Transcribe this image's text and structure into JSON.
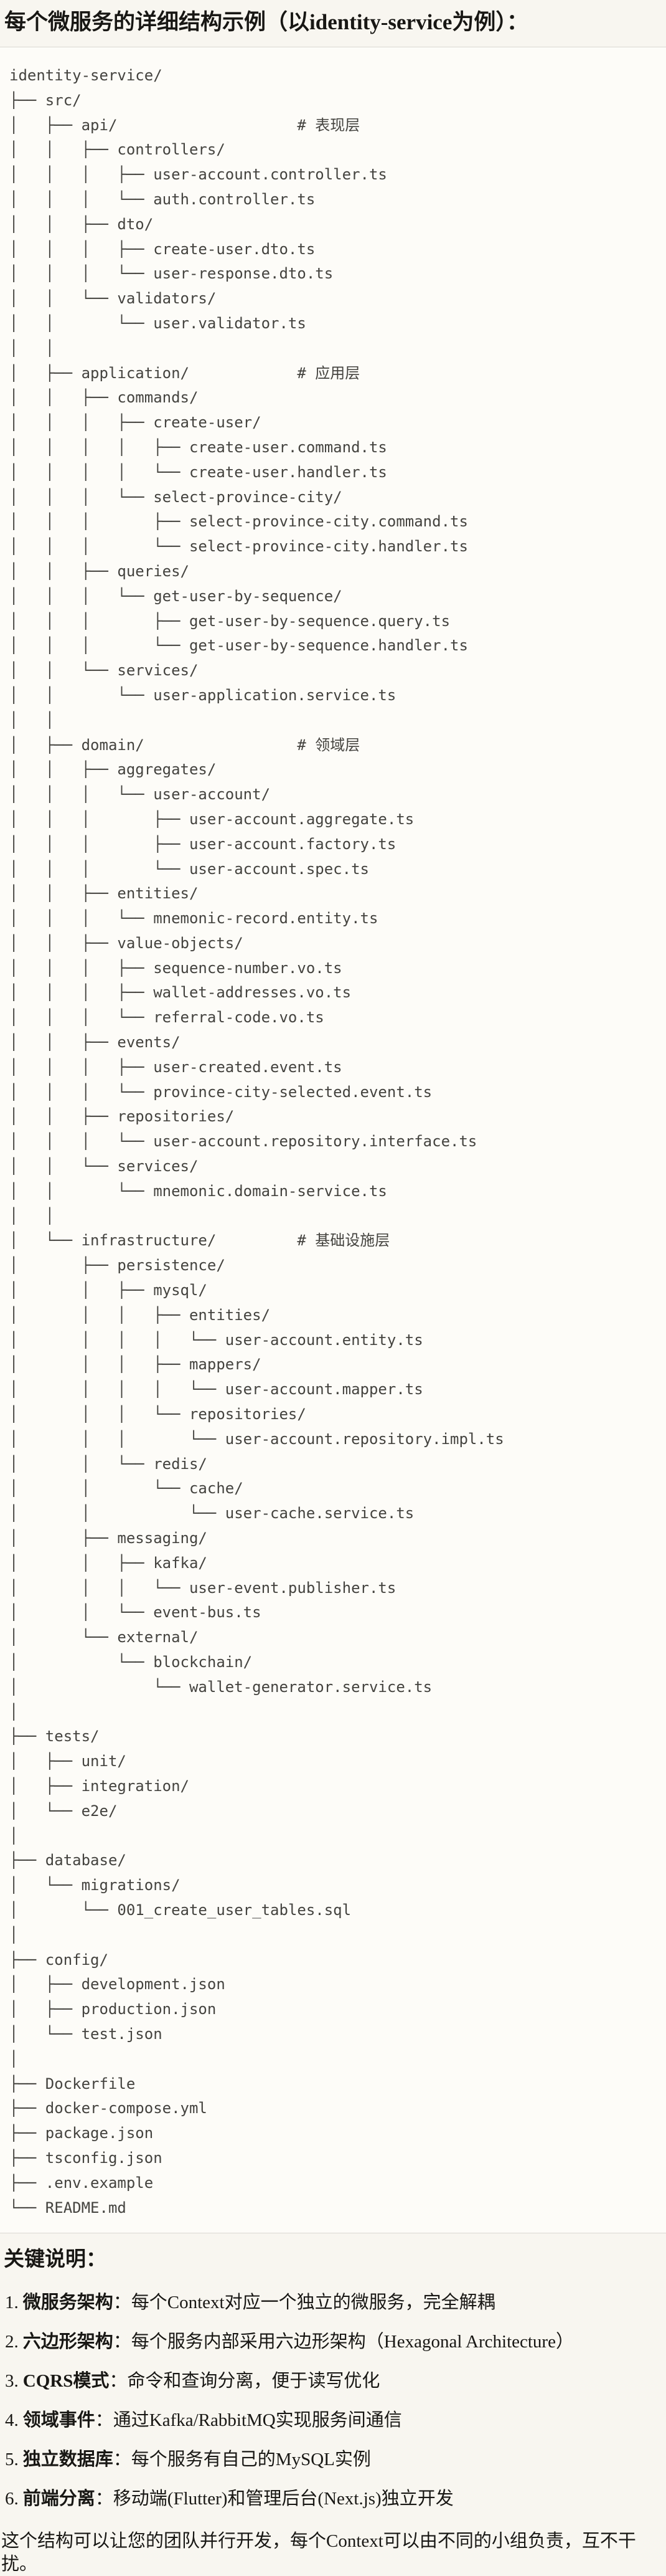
{
  "page": {
    "title": "每个微服务的详细结构示例（以identity-service为例）："
  },
  "theme": {
    "page_background": "#F8F6F0",
    "code_background": "#FDFCF8",
    "code_border": "#DAD8D3",
    "code_text": "#44433F",
    "body_text": "#181714"
  },
  "tree": {
    "root": "identity-service/",
    "layer_comments": [
      "# 表现层",
      "# 应用层",
      "# 领域层",
      "# 基础设施层"
    ],
    "lines": [
      "identity-service/",
      "├── src/",
      "│   ├── api/                    # 表现层",
      "│   │   ├── controllers/",
      "│   │   │   ├── user-account.controller.ts",
      "│   │   │   └── auth.controller.ts",
      "│   │   ├── dto/",
      "│   │   │   ├── create-user.dto.ts",
      "│   │   │   └── user-response.dto.ts",
      "│   │   └── validators/",
      "│   │       └── user.validator.ts",
      "│   │",
      "│   ├── application/            # 应用层",
      "│   │   ├── commands/",
      "│   │   │   ├── create-user/",
      "│   │   │   │   ├── create-user.command.ts",
      "│   │   │   │   └── create-user.handler.ts",
      "│   │   │   └── select-province-city/",
      "│   │   │       ├── select-province-city.command.ts",
      "│   │   │       └── select-province-city.handler.ts",
      "│   │   ├── queries/",
      "│   │   │   └── get-user-by-sequence/",
      "│   │   │       ├── get-user-by-sequence.query.ts",
      "│   │   │       └── get-user-by-sequence.handler.ts",
      "│   │   └── services/",
      "│   │       └── user-application.service.ts",
      "│   │",
      "│   ├── domain/                 # 领域层",
      "│   │   ├── aggregates/",
      "│   │   │   └── user-account/",
      "│   │   │       ├── user-account.aggregate.ts",
      "│   │   │       ├── user-account.factory.ts",
      "│   │   │       └── user-account.spec.ts",
      "│   │   ├── entities/",
      "│   │   │   └── mnemonic-record.entity.ts",
      "│   │   ├── value-objects/",
      "│   │   │   ├── sequence-number.vo.ts",
      "│   │   │   ├── wallet-addresses.vo.ts",
      "│   │   │   └── referral-code.vo.ts",
      "│   │   ├── events/",
      "│   │   │   ├── user-created.event.ts",
      "│   │   │   └── province-city-selected.event.ts",
      "│   │   ├── repositories/",
      "│   │   │   └── user-account.repository.interface.ts",
      "│   │   └── services/",
      "│   │       └── mnemonic.domain-service.ts",
      "│   │",
      "│   └── infrastructure/         # 基础设施层",
      "│       ├── persistence/",
      "│       │   ├── mysql/",
      "│       │   │   ├── entities/",
      "│       │   │   │   └── user-account.entity.ts",
      "│       │   │   ├── mappers/",
      "│       │   │   │   └── user-account.mapper.ts",
      "│       │   │   └── repositories/",
      "│       │   │       └── user-account.repository.impl.ts",
      "│       │   └── redis/",
      "│       │       └── cache/",
      "│       │           └── user-cache.service.ts",
      "│       ├── messaging/",
      "│       │   ├── kafka/",
      "│       │   │   └── user-event.publisher.ts",
      "│       │   └── event-bus.ts",
      "│       └── external/",
      "│           └── blockchain/",
      "│               └── wallet-generator.service.ts",
      "│",
      "├── tests/",
      "│   ├── unit/",
      "│   ├── integration/",
      "│   └── e2e/",
      "│",
      "├── database/",
      "│   └── migrations/",
      "│       └── 001_create_user_tables.sql",
      "│",
      "├── config/",
      "│   ├── development.json",
      "│   ├── production.json",
      "│   └── test.json",
      "│",
      "├── Dockerfile",
      "├── docker-compose.yml",
      "├── package.json",
      "├── tsconfig.json",
      "├── .env.example",
      "└── README.md"
    ]
  },
  "notes": {
    "heading": "关键说明：",
    "items": [
      {
        "number": "1.",
        "term": "微服务架构",
        "colon": "：",
        "text": "每个Context对应一个独立的微服务，完全解耦"
      },
      {
        "number": "2.",
        "term": "六边形架构",
        "colon": "：",
        "text": "每个服务内部采用六边形架构（Hexagonal Architecture）"
      },
      {
        "number": "3.",
        "term": "CQRS模式",
        "colon": "：",
        "text": "命令和查询分离，便于读写优化"
      },
      {
        "number": "4.",
        "term": "领域事件",
        "colon": "：",
        "text": "通过Kafka/RabbitMQ实现服务间通信"
      },
      {
        "number": "5.",
        "term": "独立数据库",
        "colon": "：",
        "text": "每个服务有自己的MySQL实例"
      },
      {
        "number": "6.",
        "term": "前端分离",
        "colon": "：",
        "text": "移动端(Flutter)和管理后台(Next.js)独立开发"
      }
    ],
    "closing": "这个结构可以让您的团队并行开发，每个Context可以由不同的小组负责，互不干扰。"
  }
}
